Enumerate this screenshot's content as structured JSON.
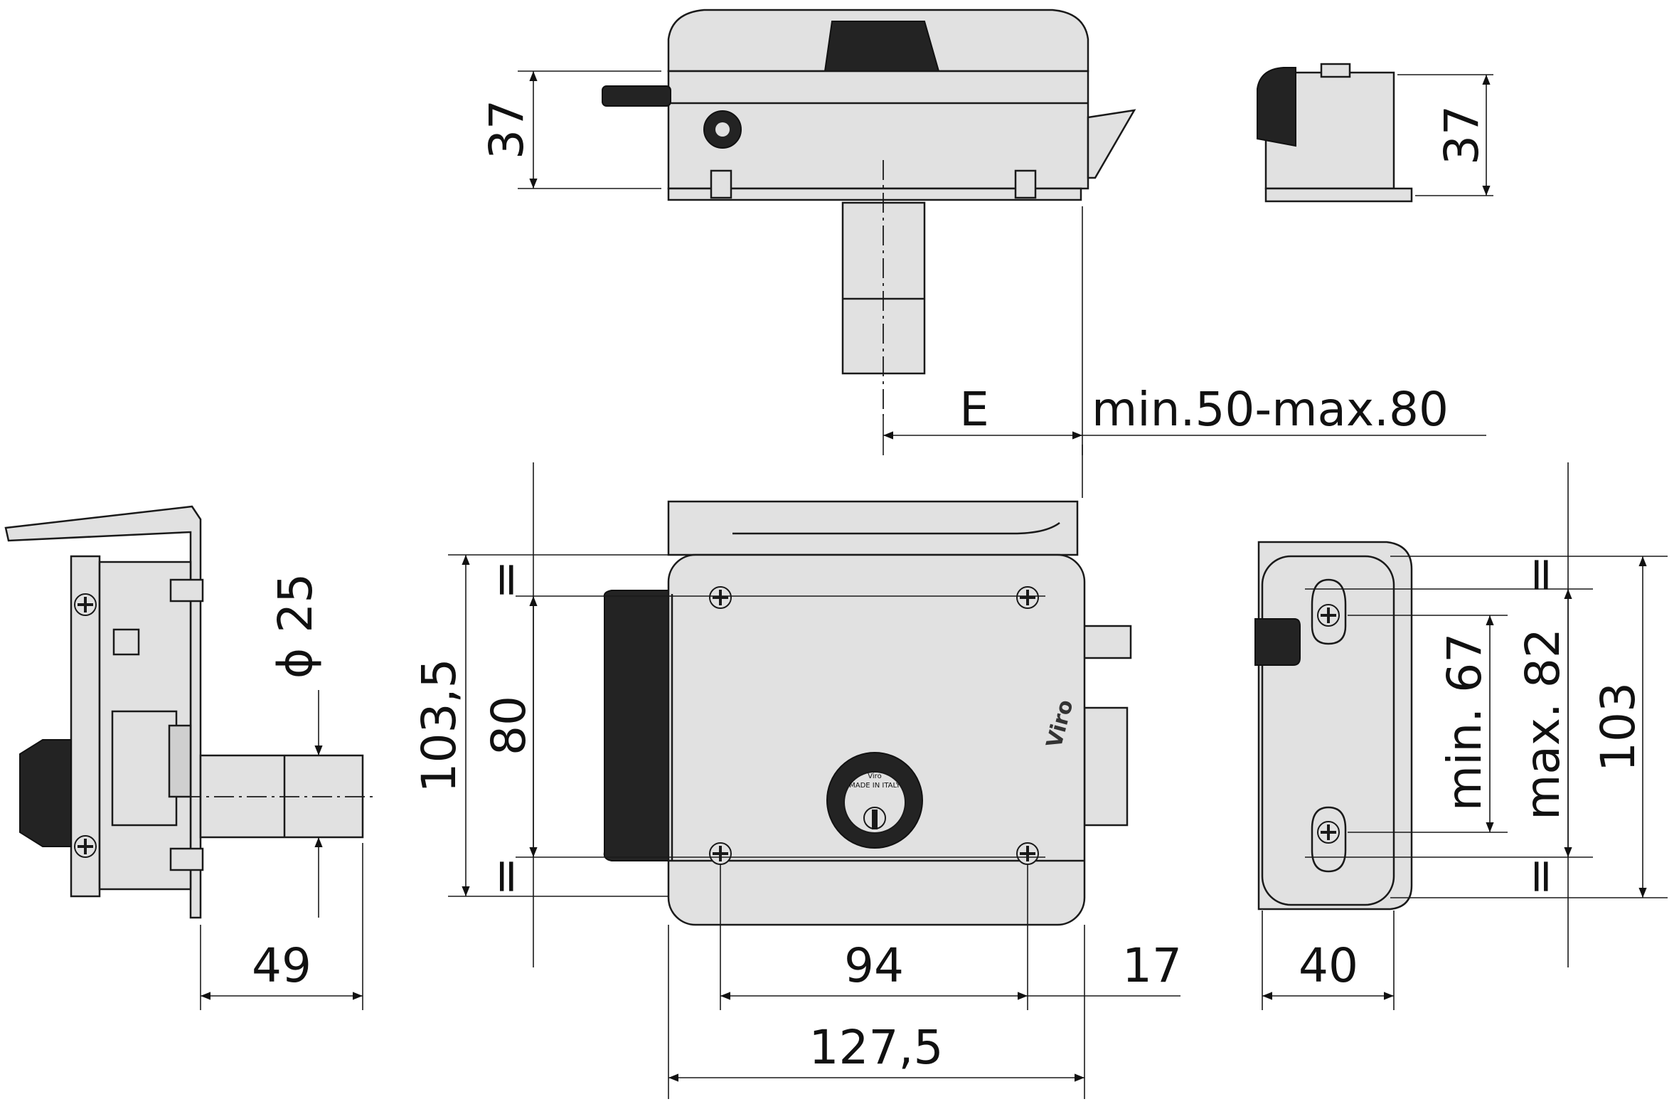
{
  "dimensions": {
    "top_height": "37",
    "right_top_height": "37",
    "E_label": "E",
    "range_label": "min.50-max.80",
    "diameter": "ϕ 25",
    "left_width": "49",
    "height_total": "103,5",
    "height_inner": "80",
    "hole_spacing": "94",
    "width_total": "127,5",
    "side_offset": "17",
    "keeper_width": "40",
    "keeper_min": "min. 67",
    "keeper_max": "max. 82",
    "keeper_height": "103",
    "equal_sign": "="
  },
  "brand": {
    "name": "Viro",
    "cylinder_brand": "Viro",
    "cylinder_origin": "MADE IN ITALY"
  },
  "colors": {
    "body_fill": "#e1e1e1",
    "dark_fill": "#232323",
    "line": "#1a1a1a"
  }
}
